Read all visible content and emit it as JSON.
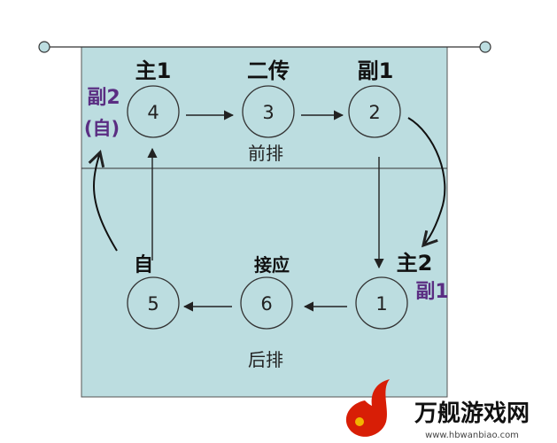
{
  "zones": {
    "front_row_label": "前排",
    "back_row_label": "后排"
  },
  "positions": [
    {
      "number": "4",
      "role": "主1"
    },
    {
      "number": "3",
      "role": "二传"
    },
    {
      "number": "2",
      "role": "副1"
    },
    {
      "number": "1",
      "role": "主2"
    },
    {
      "number": "6",
      "role": "接应"
    },
    {
      "number": "5",
      "role": "自"
    }
  ],
  "annotations": {
    "left_top_line1": "副2",
    "left_top_line2": "(自)",
    "right_bottom": "副1"
  },
  "watermark": {
    "brand": "万舰游戏网",
    "url": "www.hbwanbiao.com"
  },
  "colors": {
    "court_fill": "#bcdde0",
    "line": "#222222",
    "annotation_purple": "#5a2d82",
    "watermark_red": "#d81e06"
  }
}
